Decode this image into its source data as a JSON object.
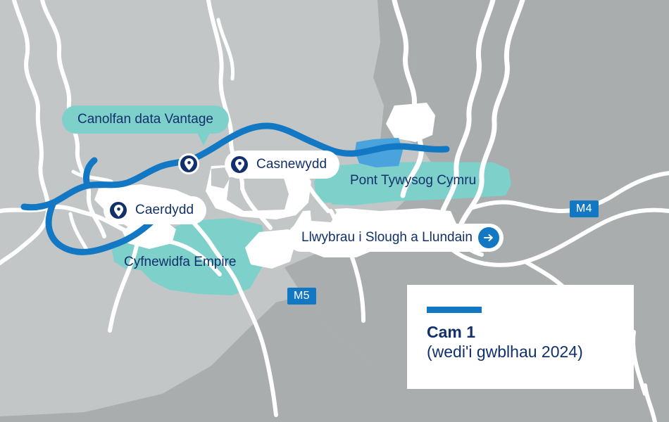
{
  "map": {
    "colors": {
      "land": "#c3c6c6",
      "water": "#a9adad",
      "urban": "#ffffff",
      "urban_gray": "#c3c6c6",
      "zone_teal": "#7ed0cb",
      "route_blue": "#1378c4",
      "bridge_blue": "#4aa3dd",
      "road_white": "#ffffff",
      "label_navy": "#12306b"
    }
  },
  "markers": [
    {
      "id": "vantage",
      "name": "Canolfan data Vantage",
      "style": "bubble"
    },
    {
      "id": "casnewydd",
      "name": "Casnewydd",
      "style": "pill"
    },
    {
      "id": "caerdydd",
      "name": "Caerdydd",
      "style": "pill"
    }
  ],
  "zones": [
    {
      "id": "pont",
      "name": "Pont Tywysog Cymru"
    },
    {
      "id": "empire",
      "name": "Cyfnewidfa  Empire"
    }
  ],
  "routes_label": {
    "text": "Llwybrau i Slough a Llundain",
    "icon": "arrow-right-icon"
  },
  "motorways": [
    {
      "id": "m4",
      "label": "M4"
    },
    {
      "id": "m5",
      "label": "M5"
    }
  ],
  "legend": {
    "phase_title": "Cam 1",
    "phase_subtitle": "(wedi'i gwblhau 2024)",
    "rule_color": "#1378c4"
  }
}
